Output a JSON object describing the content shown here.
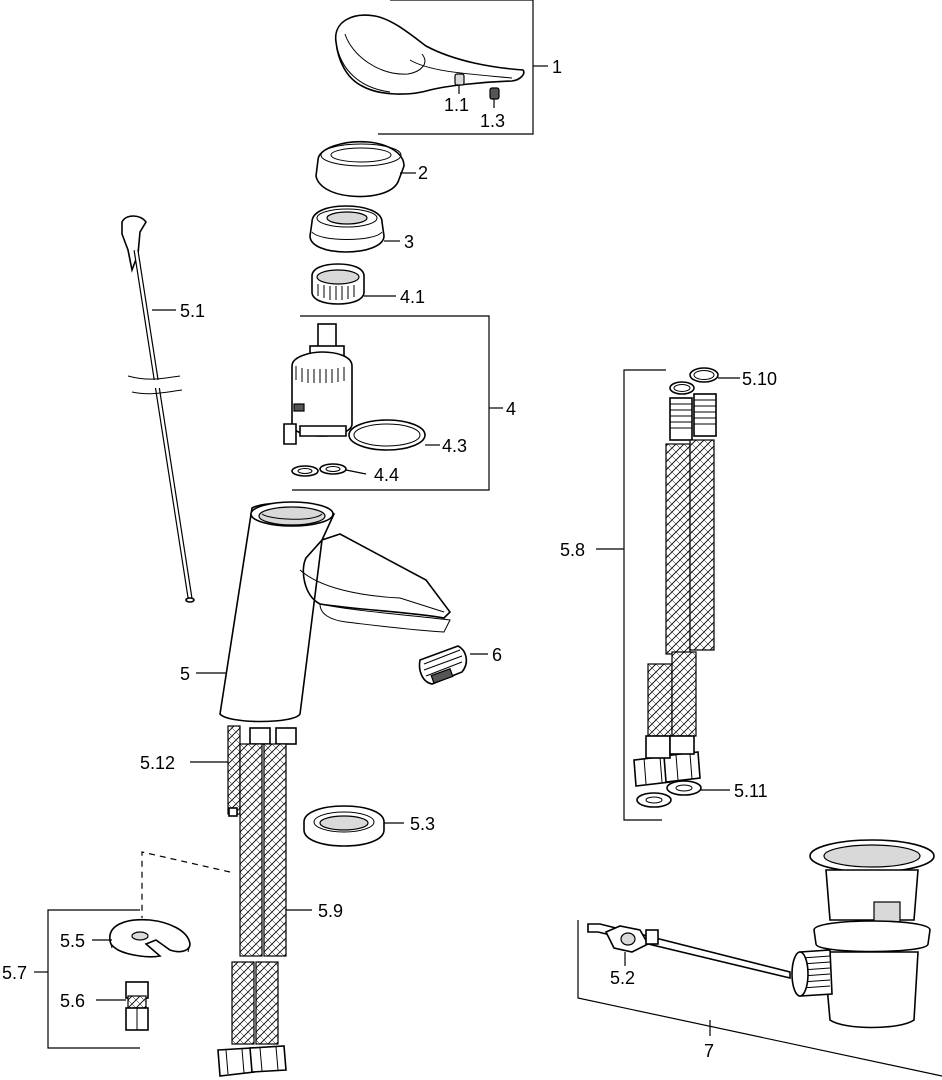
{
  "labels": {
    "l_1": "1",
    "l_1_1": "1.1",
    "l_1_3": "1.3",
    "l_2": "2",
    "l_3": "3",
    "l_4_1": "4.1",
    "l_4": "4",
    "l_4_3": "4.3",
    "l_4_4": "4.4",
    "l_5_1": "5.1",
    "l_5": "5",
    "l_6": "6",
    "l_5_12": "5.12",
    "l_5_3": "5.3",
    "l_5_9": "5.9",
    "l_5_5": "5.5",
    "l_5_6": "5.6",
    "l_5_7": "5.7",
    "l_5_8": "5.8",
    "l_5_10": "5.10",
    "l_5_11": "5.11",
    "l_5_2": "5.2",
    "l_7": "7"
  }
}
